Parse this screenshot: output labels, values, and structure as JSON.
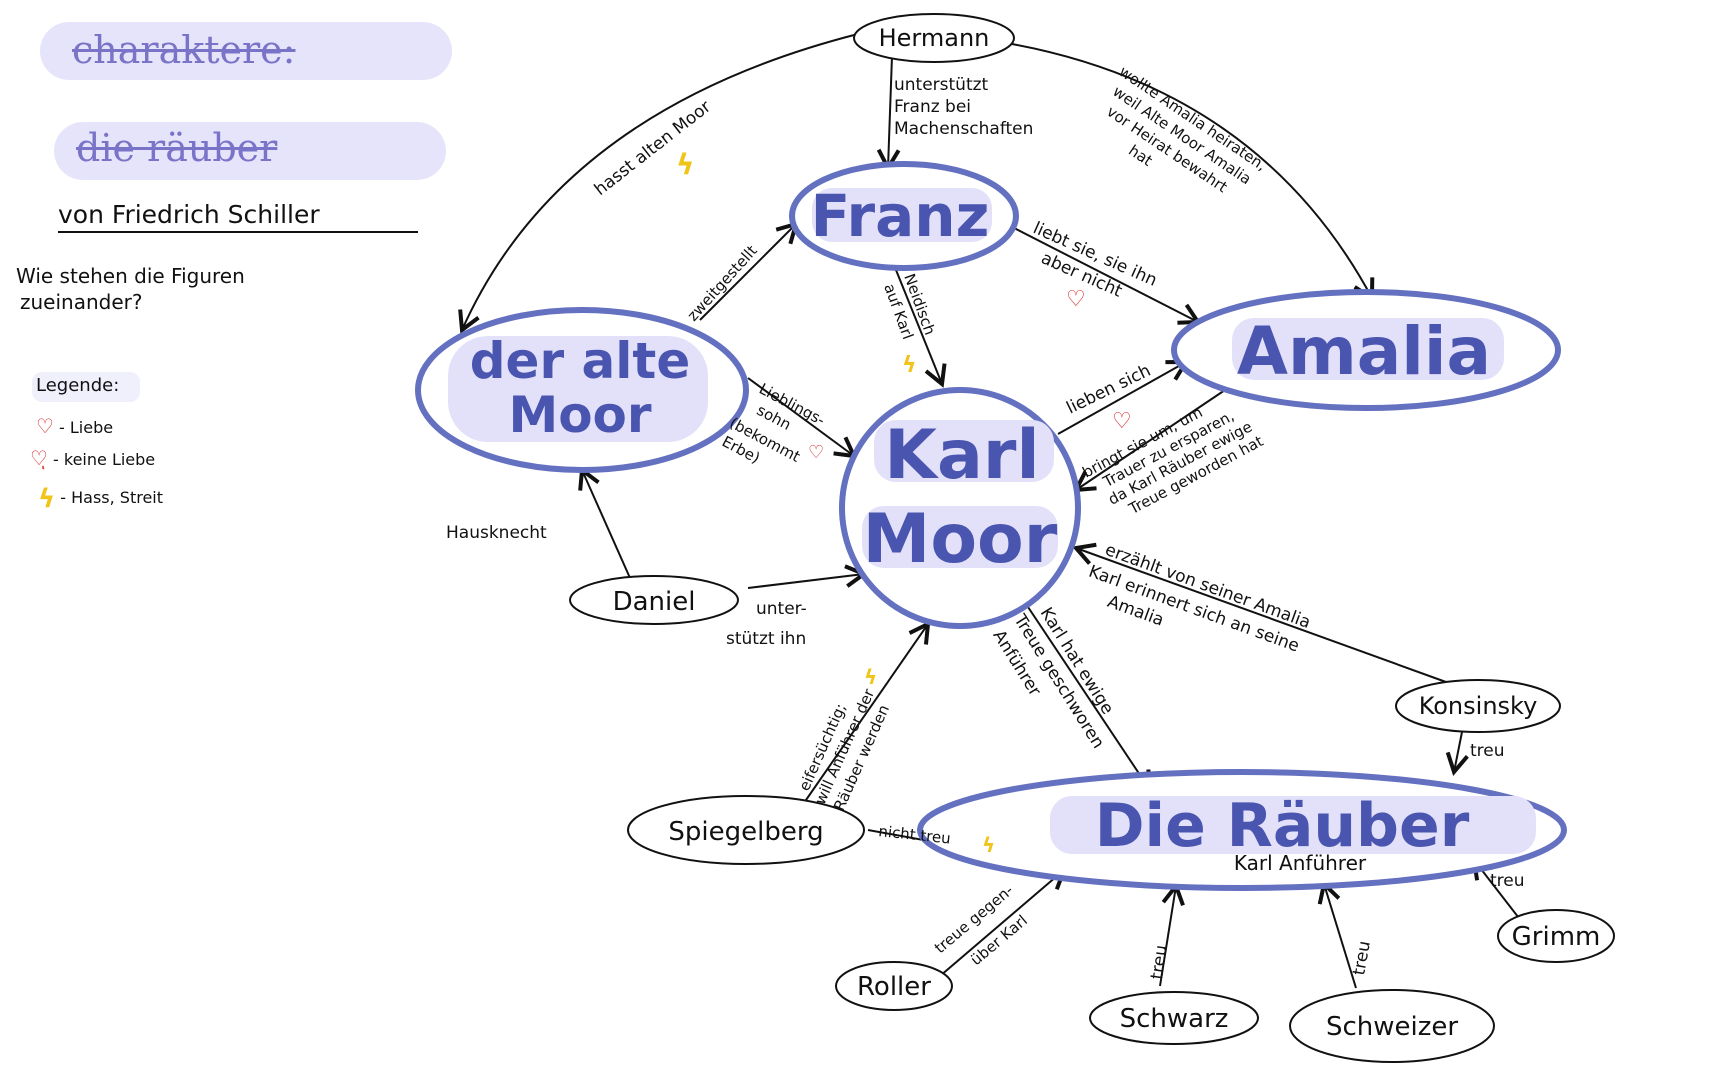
{
  "sidebar": {
    "title1": "charaktere:",
    "title2": "die räuber",
    "author": "von Friedrich Schiller",
    "question_line1": "Wie stehen die Figuren",
    "question_line2": "zueinander?",
    "legend_title": "Legende:",
    "legend": [
      {
        "icon": "heart-icon",
        "label": "- Liebe"
      },
      {
        "icon": "broken-heart-icon",
        "label": "- keine Liebe"
      },
      {
        "icon": "lightning-icon",
        "label": "- Hass, Streit"
      }
    ]
  },
  "nodes": {
    "hermann": "Hermann",
    "franz": "Franz",
    "alte_moor_1": "der alte",
    "alte_moor_2": "Moor",
    "amalia": "Amalia",
    "karl_1": "Karl",
    "karl_2": "Moor",
    "daniel": "Daniel",
    "konsinsky": "Konsinsky",
    "spiegelberg": "Spiegelberg",
    "raeuber": "Die Räuber",
    "raeuber_sub": "Karl Anführer",
    "roller": "Roller",
    "schwarz": "Schwarz",
    "schweizer": "Schweizer",
    "grimm": "Grimm"
  },
  "edges": {
    "hermann_altemoor": "hasst alten Moor",
    "hermann_franz_1": "unterstützt",
    "hermann_franz_2": "Franz bei",
    "hermann_franz_3": "Machenschaften",
    "hermann_amalia_1": "wollte Amalia heiraten,",
    "hermann_amalia_2": "weil Alte Moor Amalia",
    "hermann_amalia_3": "vor Heirat bewahrt",
    "hermann_amalia_4": "hat",
    "altemoor_franz": "zweitgestellt",
    "franz_karl_1": "Neidisch",
    "franz_karl_2": "auf Karl",
    "franz_amalia_1": "liebt sie, sie ihn",
    "franz_amalia_2": "aber nicht",
    "altemoor_karl_1": "Lieblings-",
    "altemoor_karl_2": "sohn",
    "altemoor_karl_3": "(bekommt",
    "altemoor_karl_4": "Erbe)",
    "karl_amalia_love": "lieben sich",
    "amalia_karl_1": "bringt sie um, um",
    "amalia_karl_2": "Trauer zu ersparen,",
    "amalia_karl_3": "da Karl Räuber ewige",
    "amalia_karl_4": "Treue geworden hat",
    "daniel_altemoor": "Hausknecht",
    "daniel_karl_1": "unter-",
    "daniel_karl_2": "stützt ihn",
    "konsinsky_karl_1": "erzählt von seiner Amalia",
    "konsinsky_karl_2": "Karl erinnert sich an seine",
    "konsinsky_karl_3": "Amalia",
    "konsinsky_raeuber": "treu",
    "spiegelberg_karl_1": "eifersüchtig;",
    "spiegelberg_karl_2": "will Anführer der",
    "spiegelberg_karl_3": "Räuber werden",
    "karl_raeuber_1": "Karl hat ewige",
    "karl_raeuber_2": "Treue geschworen",
    "karl_raeuber_3": "Anführer",
    "spiegelberg_raeuber": "nicht treu",
    "roller_raeuber_1": "treue gegen-",
    "roller_raeuber_2": "über Karl",
    "schwarz_raeuber": "treu",
    "schweizer_raeuber": "treu",
    "grimm_raeuber": "treu"
  },
  "colors": {
    "accent": "#6470c0",
    "highlight": "#e3e1fa",
    "love": "#d42a2a",
    "hate": "#f0c419"
  }
}
